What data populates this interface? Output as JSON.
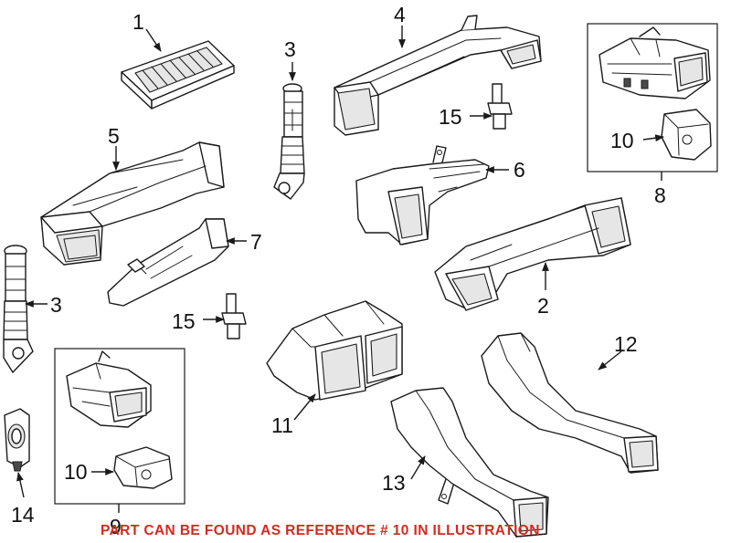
{
  "callouts": {
    "c1": "1",
    "c2": "2",
    "c3_top": "3",
    "c3_left": "3",
    "c4": "4",
    "c5": "5",
    "c6": "6",
    "c7": "7",
    "c8": "8",
    "c9": "9",
    "c10_box8": "10",
    "c10_box9": "10",
    "c11": "11",
    "c12": "12",
    "c13": "13",
    "c14": "14",
    "c15_top": "15",
    "c15_mid": "15"
  },
  "footer_note": "PART CAN BE FOUND AS REFERENCE # 10 IN ILLUSTRATION",
  "colors": {
    "note": "#d42a1e",
    "line": "#1a1a1a",
    "background": "#ffffff"
  }
}
